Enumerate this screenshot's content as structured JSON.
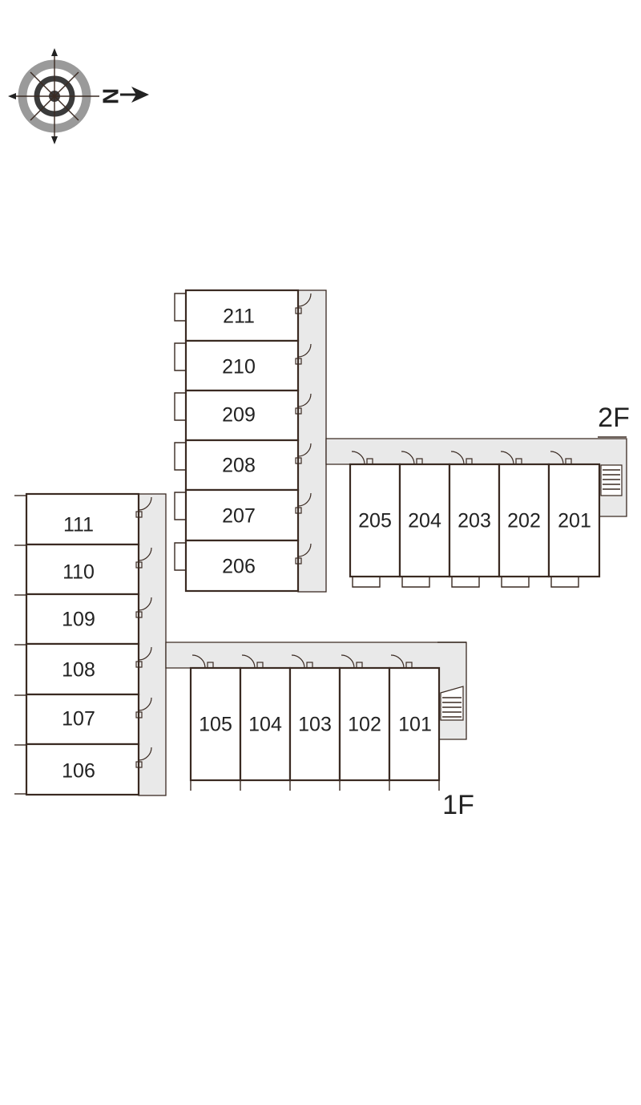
{
  "compass": {
    "north_label": "N"
  },
  "floors": [
    {
      "label": "2F",
      "rooms_vertical": [
        "211",
        "210",
        "209",
        "208",
        "207",
        "206"
      ],
      "rooms_horizontal": [
        "205",
        "204",
        "203",
        "202",
        "201"
      ]
    },
    {
      "label": "1F",
      "rooms_vertical": [
        "111",
        "110",
        "109",
        "108",
        "107",
        "106"
      ],
      "rooms_horizontal": [
        "105",
        "104",
        "103",
        "102",
        "101"
      ]
    }
  ]
}
